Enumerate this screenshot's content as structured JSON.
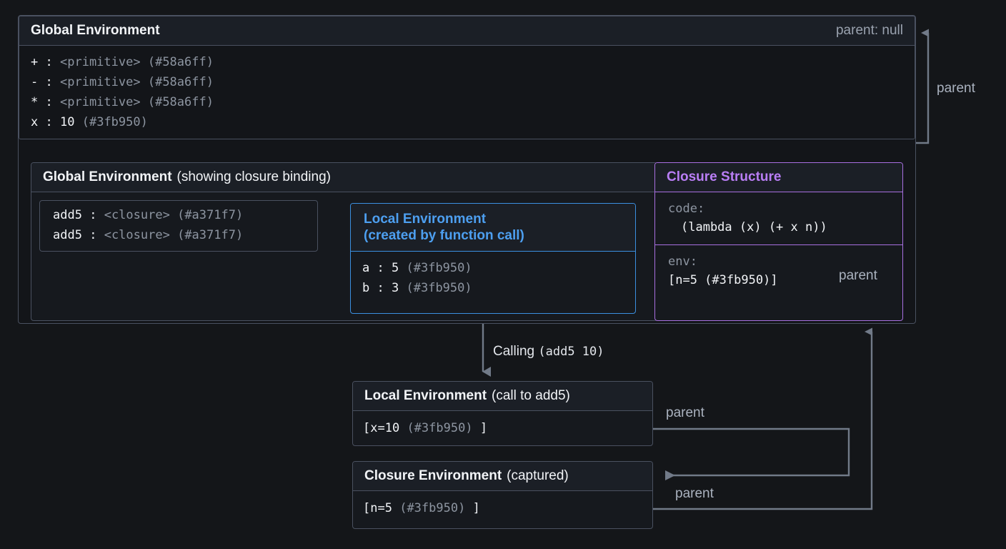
{
  "global_env": {
    "title": "Global Environment",
    "parent_label": "parent: null",
    "bindings": [
      {
        "name": "+",
        "sep": ":",
        "value": "<primitive>",
        "addr": "(#58a6ff)",
        "dim": true
      },
      {
        "name": "-",
        "sep": ":",
        "value": "<primitive>",
        "addr": "(#58a6ff)",
        "dim": true
      },
      {
        "name": "*",
        "sep": ":",
        "value": "<primitive>",
        "addr": "(#58a6ff)",
        "dim": true
      },
      {
        "name": "x",
        "sep": ":",
        "value": "10",
        "addr": "(#3fb950)",
        "dim": false
      }
    ]
  },
  "bindings_panel": {
    "title": "Global Environment",
    "subtitle": "(showing closure binding)",
    "rows": [
      {
        "name": "add5",
        "sep": ":",
        "value": "<closure>",
        "addr": "(#a371f7)"
      },
      {
        "name": "add5",
        "sep": ":",
        "value": "<closure>",
        "addr": "(#a371f7)"
      }
    ]
  },
  "local_env_call": {
    "title_line1": "Local Environment",
    "title_line2": "(created by function call)",
    "rows": [
      {
        "name": "a",
        "sep": ":",
        "value": "5",
        "addr": "(#3fb950)"
      },
      {
        "name": "b",
        "sep": ":",
        "value": "3",
        "addr": "(#3fb950)"
      }
    ]
  },
  "closure_structure": {
    "title": "Closure Structure",
    "code_key": "code:",
    "code_value": "(lambda (x) (+ x n))",
    "env_key": "env:",
    "env_value": "[n=5 (#3fb950)]"
  },
  "bottom": {
    "local": {
      "title": "Local Environment",
      "subtitle": "(call to add5)",
      "frame": "[x=10",
      "frame_addr": "(#3fb950)",
      "frame_close": "]"
    },
    "closure": {
      "title": "Closure Environment",
      "subtitle": "(captured)",
      "frame": "[n=5",
      "frame_addr": "(#3fb950)",
      "frame_close": "]"
    }
  },
  "connectors": {
    "calling": "Calling",
    "calling_expr": "(add5 10)",
    "parent_top": "parent",
    "parent_closure_env": "parent",
    "parent_local": "parent",
    "parent_closure": "parent"
  },
  "colors": {
    "background": "#141619",
    "border": "#4a5160",
    "blue_accent": "#3b8fe0",
    "purple_accent": "#a86fe0",
    "text": "#f2f4f7",
    "dim_text": "#8d95a1",
    "wire": "#717a88"
  }
}
